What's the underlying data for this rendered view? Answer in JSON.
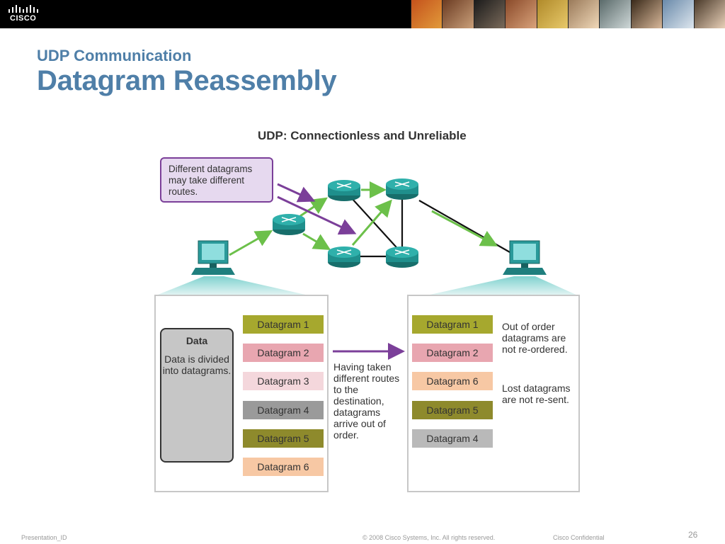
{
  "header": {
    "logo_text": "CISCO"
  },
  "slide": {
    "subtitle": "UDP Communication",
    "title": "Datagram Reassembly"
  },
  "diagram": {
    "title": "UDP: Connectionless and Unreliable",
    "callout": "Different datagrams may take different routes.",
    "data_box": {
      "title": "Data",
      "description": "Data is divided into datagrams."
    },
    "sent_datagrams": [
      {
        "label": "Datagram 1",
        "color": "#a6a82e"
      },
      {
        "label": "Datagram 2",
        "color": "#e8a6b0"
      },
      {
        "label": "Datagram 3",
        "color": "#f4d7dc"
      },
      {
        "label": "Datagram 4",
        "color": "#9a9a9a"
      },
      {
        "label": "Datagram 5",
        "color": "#8e8a2c"
      },
      {
        "label": "Datagram 6",
        "color": "#f7c8a4"
      }
    ],
    "received_datagrams": [
      {
        "label": "Datagram 1",
        "color": "#a6a82e"
      },
      {
        "label": "Datagram 2",
        "color": "#e8a6b0"
      },
      {
        "label": "Datagram 6",
        "color": "#f7c8a4"
      },
      {
        "label": "Datagram 5",
        "color": "#8e8a2c"
      },
      {
        "label": "Datagram 4",
        "color": "#b9b9b9"
      }
    ],
    "transit_note": "Having taken different routes to the destination, datagrams arrive out of order.",
    "note_reorder": "Out of order datagrams are not re-ordered.",
    "note_lost": "Lost datagrams are not re-sent.",
    "colors": {
      "router": "#1f8f8c",
      "pc": "#2a9a9a",
      "route_arrow": "#6cc04a",
      "callout_arrow": "#7b3f99",
      "title": "#4f7fa8"
    }
  },
  "footer": {
    "presentation_id": "Presentation_ID",
    "copyright": "© 2008 Cisco Systems, Inc. All rights reserved.",
    "confidential": "Cisco Confidential",
    "page_number": "26"
  }
}
